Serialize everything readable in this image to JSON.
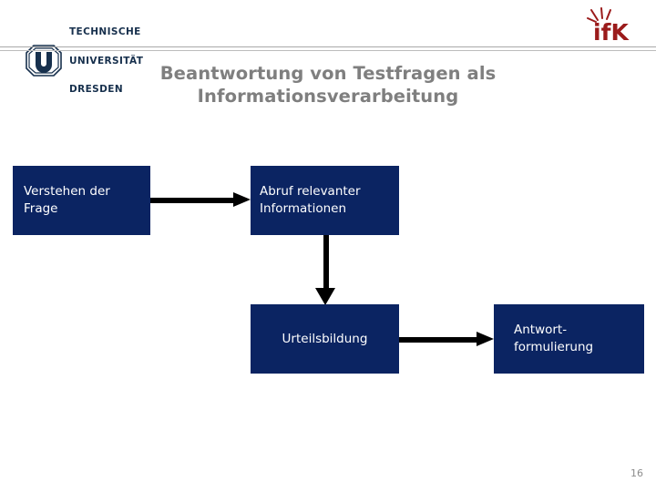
{
  "header": {
    "university_logo": {
      "icon": "tu-dresden-crest-icon",
      "line1": "TECHNISCHE",
      "line2": "UNIVERSITÄT",
      "line3": "DRESDEN"
    },
    "institute_logo": {
      "icon": "ifk-logo-icon",
      "text": "ifK",
      "color": "#9b1b1b"
    },
    "rule_color": "#a9a9a9"
  },
  "slide": {
    "title": "Beantwortung von Testfragen als Informationsverarbeitung",
    "title_color": "#7f7f7f",
    "page_number": "16"
  },
  "diagram": {
    "box_color": "#0b2462",
    "box_text_color": "#ffffff",
    "arrow_color": "#000000",
    "nodes": [
      {
        "id": "understand",
        "label": "Verstehen der\nFrage"
      },
      {
        "id": "retrieval",
        "label": "Abruf relevanter\nInformationen"
      },
      {
        "id": "judgment",
        "label": "Urteilsbildung"
      },
      {
        "id": "answer",
        "label": "Antwort-\nformulierung"
      }
    ],
    "edges": [
      {
        "id": "understand-to-retrieval",
        "from": "understand",
        "to": "retrieval",
        "direction": "right"
      },
      {
        "id": "retrieval-to-judgment",
        "from": "retrieval",
        "to": "judgment",
        "direction": "down"
      },
      {
        "id": "judgment-to-answer",
        "from": "judgment",
        "to": "answer",
        "direction": "right"
      }
    ]
  }
}
